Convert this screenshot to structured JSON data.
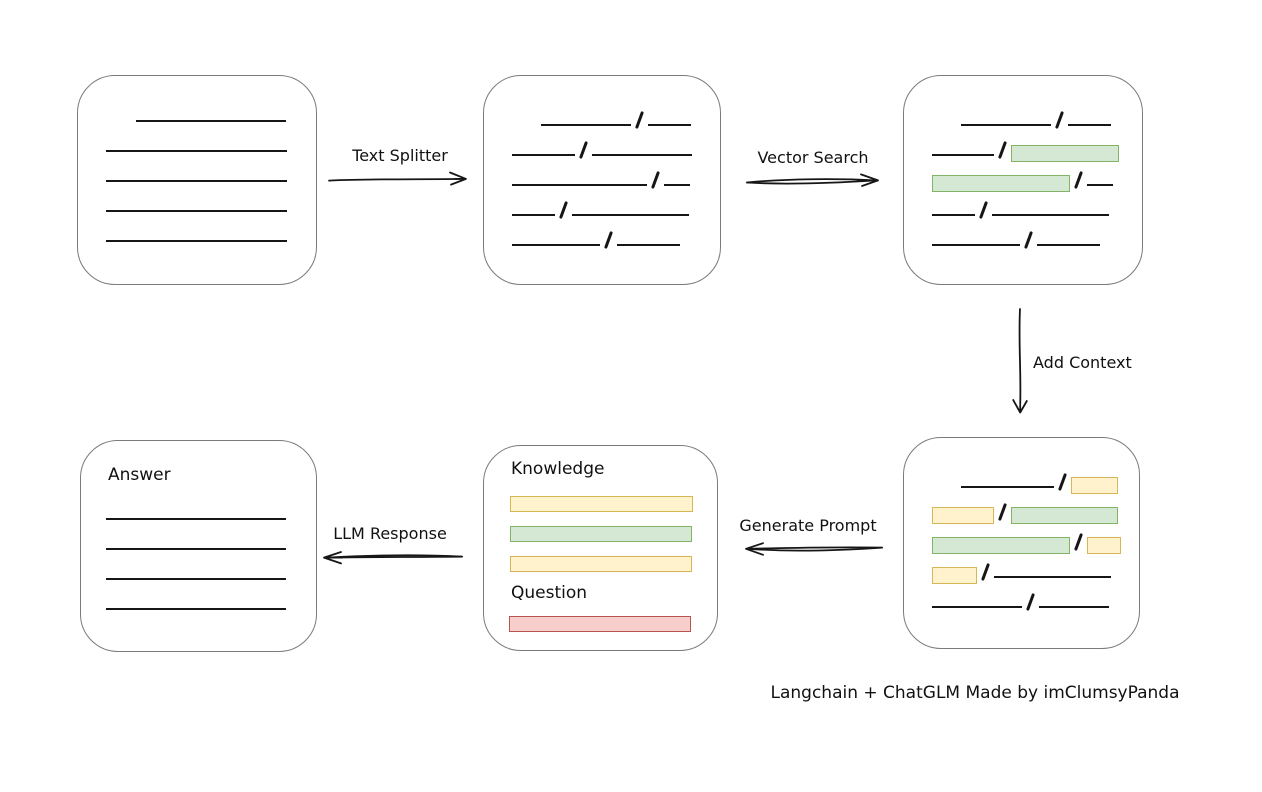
{
  "caption": "Langchain + ChatGLM Made by imClumsyPanda",
  "colors": {
    "green_fill": "#d5e8d4",
    "green_border": "#82b366",
    "yellow_fill": "#fff2cc",
    "yellow_border": "#d6b656",
    "red_fill": "#f8cecc",
    "red_border": "#b85450",
    "line": "#161616",
    "box_border": "#7b7b7b",
    "text": "#111111"
  },
  "arrows": {
    "text_splitter": {
      "label": "Text Splitter",
      "direction": "right"
    },
    "vector_search": {
      "label": "Vector Search",
      "direction": "right"
    },
    "add_context": {
      "label": "Add Context",
      "direction": "down"
    },
    "generate_prompt": {
      "label": "Generate Prompt",
      "direction": "left"
    },
    "llm_response": {
      "label": "LLM Response",
      "direction": "left"
    }
  },
  "boxes": {
    "document": {
      "rows": [
        [
          {
            "t": "gap",
            "w": 30
          },
          {
            "t": "line",
            "w": 150
          }
        ],
        [
          {
            "t": "line",
            "w": 181
          }
        ],
        [
          {
            "t": "line",
            "w": 181
          }
        ],
        [
          {
            "t": "line",
            "w": 181
          }
        ],
        [
          {
            "t": "line",
            "w": 181
          }
        ]
      ]
    },
    "chunks": {
      "rows": [
        [
          {
            "t": "gap",
            "w": 29
          },
          {
            "t": "line",
            "w": 90
          },
          {
            "t": "slash"
          },
          {
            "t": "line",
            "w": 43
          }
        ],
        [
          {
            "t": "line",
            "w": 63
          },
          {
            "t": "slash"
          },
          {
            "t": "line",
            "w": 100
          }
        ],
        [
          {
            "t": "line",
            "w": 135
          },
          {
            "t": "slash"
          },
          {
            "t": "line",
            "w": 26
          }
        ],
        [
          {
            "t": "line",
            "w": 43
          },
          {
            "t": "slash"
          },
          {
            "t": "line",
            "w": 117
          }
        ],
        [
          {
            "t": "line",
            "w": 88
          },
          {
            "t": "slash"
          },
          {
            "t": "line",
            "w": 63
          }
        ]
      ]
    },
    "search_results": {
      "rows": [
        [
          {
            "t": "gap",
            "w": 29
          },
          {
            "t": "line",
            "w": 90
          },
          {
            "t": "slash"
          },
          {
            "t": "line",
            "w": 43
          }
        ],
        [
          {
            "t": "line",
            "w": 62
          },
          {
            "t": "slash"
          },
          {
            "t": "green",
            "w": 108
          }
        ],
        [
          {
            "t": "green",
            "w": 138
          },
          {
            "t": "slash"
          },
          {
            "t": "line",
            "w": 26
          }
        ],
        [
          {
            "t": "line",
            "w": 43
          },
          {
            "t": "slash"
          },
          {
            "t": "line",
            "w": 117
          }
        ],
        [
          {
            "t": "line",
            "w": 88
          },
          {
            "t": "slash"
          },
          {
            "t": "line",
            "w": 63
          }
        ]
      ]
    },
    "context": {
      "rows": [
        [
          {
            "t": "gap",
            "w": 29
          },
          {
            "t": "line",
            "w": 93
          },
          {
            "t": "slash"
          },
          {
            "t": "yellow",
            "w": 47
          }
        ],
        [
          {
            "t": "yellow",
            "w": 62
          },
          {
            "t": "slash"
          },
          {
            "t": "green",
            "w": 107
          }
        ],
        [
          {
            "t": "green",
            "w": 138
          },
          {
            "t": "slash"
          },
          {
            "t": "yellow",
            "w": 34
          }
        ],
        [
          {
            "t": "yellow",
            "w": 45
          },
          {
            "t": "slash"
          },
          {
            "t": "line",
            "w": 117
          }
        ],
        [
          {
            "t": "line",
            "w": 90
          },
          {
            "t": "slash"
          },
          {
            "t": "line",
            "w": 70
          }
        ]
      ]
    },
    "prompt": {
      "knowledge_label": "Knowledge",
      "question_label": "Question",
      "knowledge_rows": [
        [
          {
            "t": "yellow",
            "w": 183,
            "h": 16
          }
        ],
        [
          {
            "t": "green",
            "w": 182,
            "h": 16
          }
        ],
        [
          {
            "t": "yellow",
            "w": 182,
            "h": 16
          }
        ]
      ],
      "question_rows": [
        [
          {
            "t": "red",
            "w": 182,
            "h": 16
          }
        ]
      ]
    },
    "answer": {
      "title": "Answer",
      "rows": [
        [
          {
            "t": "line",
            "w": 180
          }
        ],
        [
          {
            "t": "line",
            "w": 180
          }
        ],
        [
          {
            "t": "line",
            "w": 180
          }
        ],
        [
          {
            "t": "line",
            "w": 180
          }
        ]
      ]
    }
  }
}
